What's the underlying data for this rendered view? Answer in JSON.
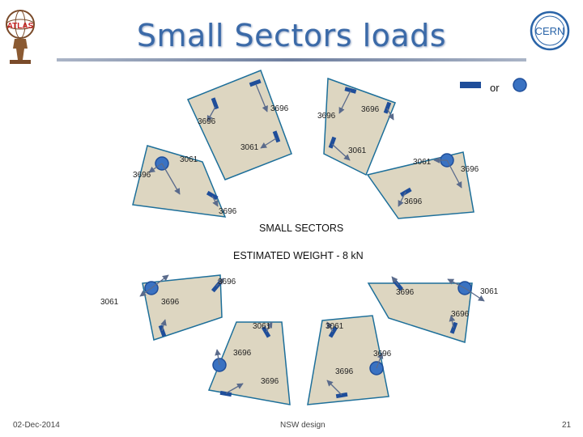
{
  "slide": {
    "title": "Small Sectors loads",
    "footer_date": "02-Dec-2014",
    "footer_center": "NSW design",
    "page_number": "21"
  },
  "legend": {
    "or_text": "or"
  },
  "diagram": {
    "center_title": "SMALL SECTORS",
    "center_subtitle": "ESTIMATED WEIGHT - 8 kN",
    "load_labels": {
      "a": "3696",
      "b": "3696",
      "c": "3696",
      "d": "3696",
      "e": "3061",
      "f": "3061",
      "g": "3061",
      "h": "3696",
      "i": "3696",
      "j": "3061",
      "k": "3696",
      "l": "3696",
      "m": "3696",
      "n": "3696",
      "o": "3061",
      "p": "3696",
      "q": "3696",
      "r": "3061",
      "s": "3061",
      "t": "3696",
      "u": "3696",
      "v": "3696",
      "w": "3696"
    }
  },
  "colors": {
    "sector_fill": "#ddd6c1",
    "sector_stroke": "#1d6f9a",
    "support": "#1f4e9a",
    "arrow": "#5a6b8c",
    "title": "#3b6aa8"
  },
  "logos": {
    "left": "ATLAS",
    "right": "CERN"
  }
}
